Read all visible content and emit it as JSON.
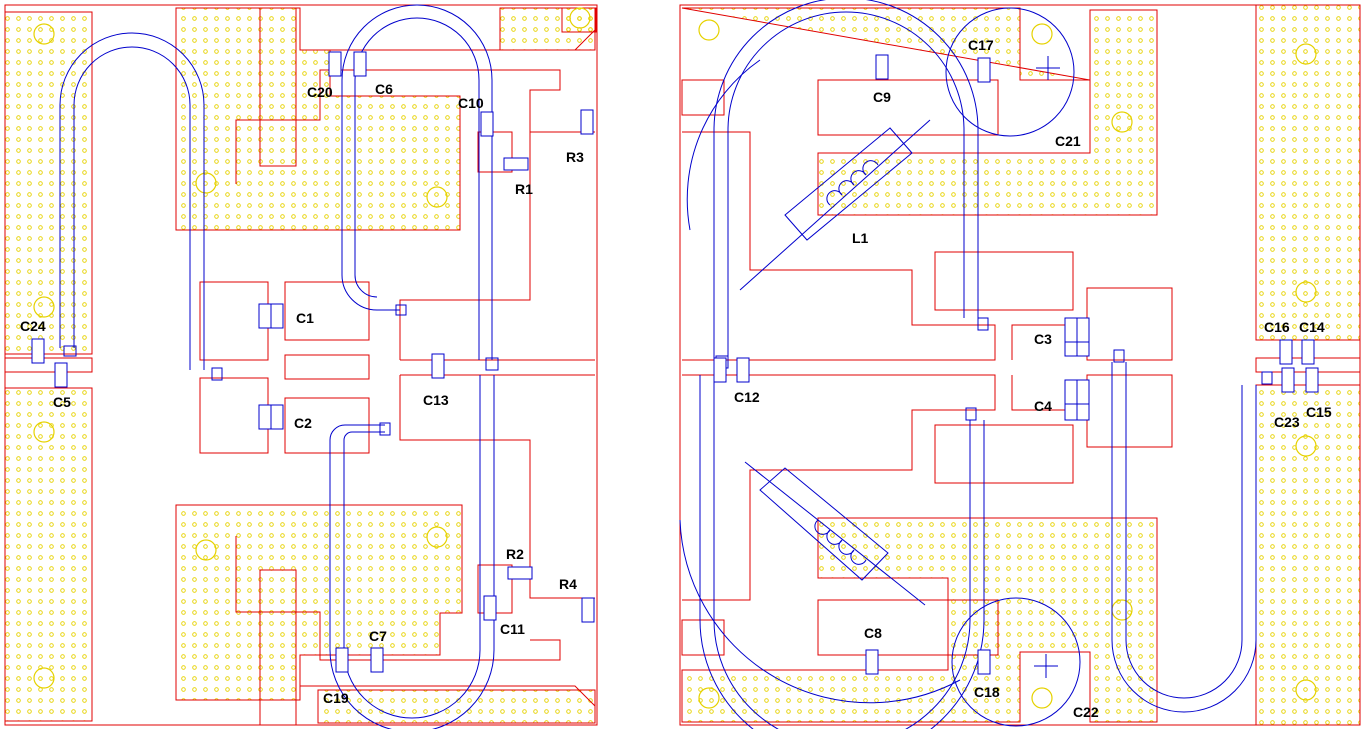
{
  "colors": {
    "copper": "#e00000",
    "coax": "#0000cc",
    "via_fill": "#ffff66",
    "via_stroke": "#e6d200",
    "label": "#000000",
    "background": "#ffffff"
  },
  "components": {
    "C1": "C1",
    "C2": "C2",
    "C3": "C3",
    "C4": "C4",
    "C5": "C5",
    "C6": "C6",
    "C7": "C7",
    "C8": "C8",
    "C9": "C9",
    "C10": "C10",
    "C11": "C11",
    "C12": "C12",
    "C13": "C13",
    "C14": "C14",
    "C15": "C15",
    "C16": "C16",
    "C17": "C17",
    "C18": "C18",
    "C19": "C19",
    "C20": "C20",
    "C21": "C21",
    "C22": "C22",
    "C23": "C23",
    "C24": "C24",
    "L1": "L1",
    "R1": "R1",
    "R2": "R2",
    "R3": "R3",
    "R4": "R4"
  }
}
